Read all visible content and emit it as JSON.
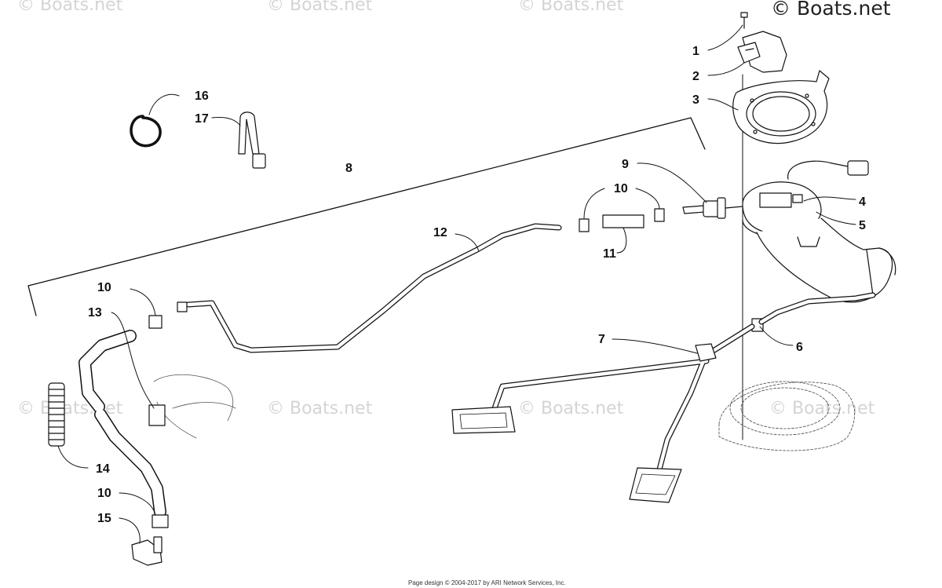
{
  "watermark": {
    "brand": "© Boats.net",
    "faint": "© Boats.net"
  },
  "footer": {
    "text": "Page design © 2004-2017 by ARI Network Services, Inc."
  },
  "callouts": [
    "1",
    "2",
    "3",
    "4",
    "5",
    "6",
    "7",
    "8",
    "9",
    "10",
    "11",
    "12",
    "13",
    "14",
    "15",
    "16",
    "17"
  ]
}
